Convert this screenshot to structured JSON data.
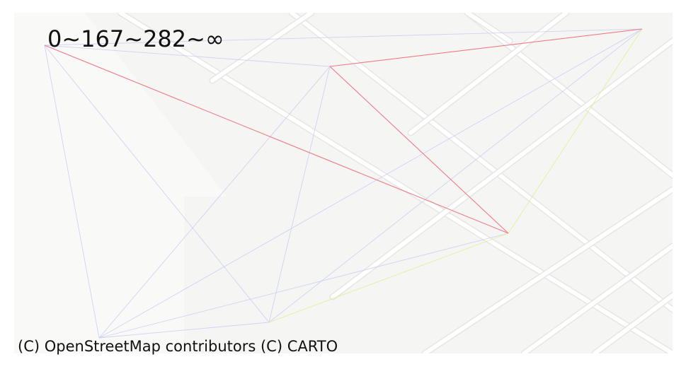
{
  "map": {
    "legend": "0~167~282~∞",
    "attribution": "(C) OpenStreetMap contributors (C) CARTO",
    "colors": {
      "background": "#f5f5f3",
      "road": "#ffffff",
      "road_casing": "#e6e6e4",
      "low": "#c9ccf2",
      "mid": "#e6ee9a",
      "high": "#f07a86"
    }
  },
  "network": {
    "nodes": [
      {
        "id": "n1",
        "label": ""
      },
      {
        "id": "n2",
        "label": ""
      },
      {
        "id": "n3",
        "label": ""
      },
      {
        "id": "n4",
        "label": ""
      },
      {
        "id": "n5",
        "label": ""
      },
      {
        "id": "n6",
        "label": ""
      },
      {
        "id": "n7",
        "label": ""
      }
    ],
    "edges": [
      {
        "from": "n1",
        "to": "n4",
        "class": "high"
      },
      {
        "from": "n2",
        "to": "n3",
        "class": "high"
      },
      {
        "from": "n3",
        "to": "n4",
        "class": "high"
      },
      {
        "from": "n2",
        "to": "n4",
        "class": "mid"
      },
      {
        "from": "n4",
        "to": "n5",
        "class": "mid"
      },
      {
        "from": "n1",
        "to": "n3",
        "class": "low"
      },
      {
        "from": "n1",
        "to": "n2",
        "class": "low"
      },
      {
        "from": "n1",
        "to": "n5",
        "class": "low"
      },
      {
        "from": "n1",
        "to": "n6",
        "class": "low"
      },
      {
        "from": "n2",
        "to": "n5",
        "class": "low"
      },
      {
        "from": "n2",
        "to": "n6",
        "class": "low"
      },
      {
        "from": "n5",
        "to": "n3",
        "class": "low"
      },
      {
        "from": "n6",
        "to": "n3",
        "class": "low"
      },
      {
        "from": "n6",
        "to": "n4",
        "class": "low"
      },
      {
        "from": "n6",
        "to": "n5",
        "class": "low"
      }
    ]
  }
}
